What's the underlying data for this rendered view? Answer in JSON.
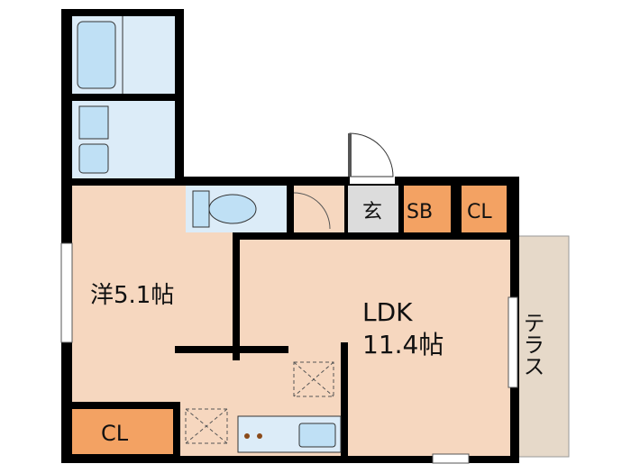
{
  "rooms": {
    "western_room": {
      "label": "洋5.1帖"
    },
    "ldk": {
      "label_line1": "LDK",
      "label_line2": "11.4帖"
    },
    "closet_bottom": {
      "label": "CL"
    },
    "closet_top": {
      "label": "CL"
    },
    "shoe_box": {
      "label": "SB"
    },
    "entrance": {
      "label": "玄"
    },
    "terrace": {
      "label": "テラス"
    }
  },
  "colors": {
    "room_fill": "#f6d7bf",
    "wet_fill": "#dcecf8",
    "fixture_fill": "#bfe0f5",
    "storage_fill": "#f3a263",
    "entrance_fill": "#dcdcdc",
    "terrace_fill": "#e6d9c9",
    "wall": "#000000"
  }
}
